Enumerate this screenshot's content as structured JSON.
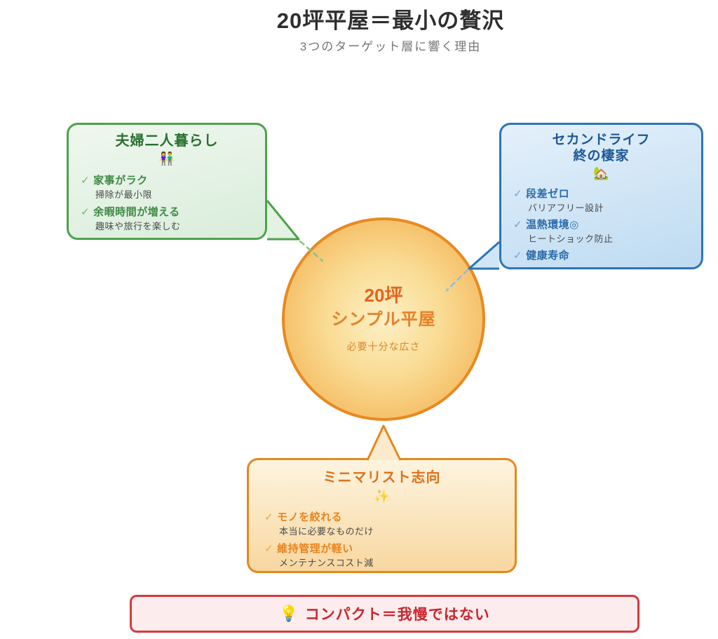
{
  "check_glyph": "✓",
  "header": {
    "title": "20坪平屋＝最小の贅沢",
    "subtitle": "3つのターゲット層に響く理由"
  },
  "center_circle": {
    "line1": "20坪",
    "line2": "シンプル平屋",
    "line3": "必要十分な広さ"
  },
  "bubble_couple": {
    "title": "夫婦二人暮らし",
    "emoji": "👫",
    "items": [
      {
        "label": "家事がラク",
        "sub": "掃除が最小限"
      },
      {
        "label": "余暇時間が増える",
        "sub": "趣味や旅行を楽しむ"
      }
    ]
  },
  "bubble_secondlife": {
    "title_line1": "セカンドライフ",
    "title_line2": "終の棲家",
    "emoji": "🏡",
    "items": [
      {
        "label": "段差ゼロ",
        "sub": "バリアフリー設計"
      },
      {
        "label": "温熱環境◎",
        "sub": "ヒートショック防止"
      },
      {
        "label": "健康寿命",
        "sub": ""
      }
    ]
  },
  "bubble_minimalist": {
    "title": "ミニマリスト志向",
    "emoji": "✨",
    "items": [
      {
        "label": "モノを絞れる",
        "sub": "本当に必要なものだけ"
      },
      {
        "label": "維持管理が軽い",
        "sub": "メンテナンスコスト減"
      }
    ]
  },
  "banner": {
    "emoji": "💡",
    "text": "コンパクト＝我慢ではない"
  },
  "colors": {
    "green_border": "#4DA24D",
    "green_title": "#27702F",
    "blue_border": "#2E74B5",
    "blue_title": "#1C5795",
    "orange_border": "#E8861C",
    "orange_title": "#E2701A",
    "circle_border": "#E8891F",
    "circle_text": "#E2641F",
    "banner_border": "#D5393B",
    "banner_text": "#C9262D"
  }
}
